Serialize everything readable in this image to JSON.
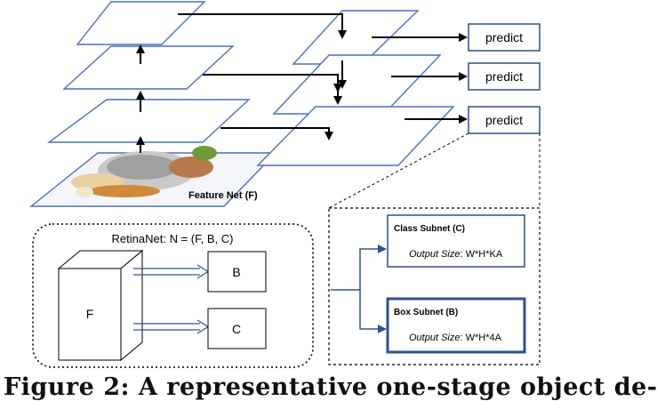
{
  "feature_net_label": "Feature Net (F)",
  "predict_labels": [
    "predict",
    "predict",
    "predict"
  ],
  "retinanet": {
    "label": "RetinaNet: N = (F, B, C)",
    "box_f": "F",
    "box_b": "B",
    "box_c": "C"
  },
  "class_subnet": {
    "title": "Class Subnet (C)",
    "output_prefix": "Output Size",
    "output_value": ": W*H*KA"
  },
  "box_subnet": {
    "title": "Box Subnet (B)",
    "output_prefix": "Output Size",
    "output_value": ": W*H*4A"
  },
  "caption": "Figure 2: A representative one-stage object de-",
  "colors": {
    "plane_stroke": "#4a6fc7",
    "arrow": "#000000",
    "box_stroke": "#2e4f8f",
    "double_arrow": "#2f5597"
  }
}
